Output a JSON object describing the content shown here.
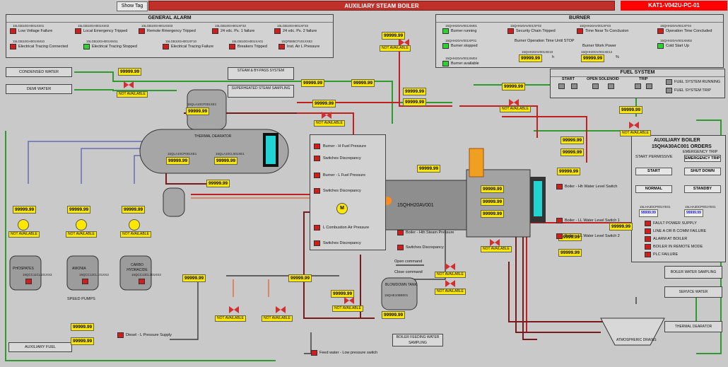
{
  "header": {
    "show_tag": "Show Tag",
    "title": "AUXILIARY STEAM BOILER",
    "tag": "KAT1-V042U-PC-01"
  },
  "general_alarm": {
    "title": "GENERAL ALARM",
    "items": [
      {
        "tag": "15LGB10GH001XS01",
        "label": "Low Voltage Failure",
        "state": "red"
      },
      {
        "tag": "15LGB10GH001XS02",
        "label": "Local Emergency Tripped",
        "state": "red"
      },
      {
        "tag": "15LGB10GH001XS03",
        "label": "Remote Rmergency Tripped",
        "state": "red"
      },
      {
        "tag": "15LGB10GH001XF32",
        "label": "24 vdc. Ps. 1 failure",
        "state": "red"
      },
      {
        "tag": "15LGB10GH001XF33",
        "label": "24 vdc. Ps. 2 failure",
        "state": "red"
      },
      {
        "tag": "15LGB10GH001XM10",
        "label": "Electrical Tracing Connected",
        "state": "red"
      },
      {
        "tag": "15LGB10GH001XM11",
        "label": "Electrical Tracing Stopped",
        "state": "green"
      },
      {
        "tag": "15LGB10GH001XF10",
        "label": "Electrical Tracing Failure",
        "state": "red"
      },
      {
        "tag": "15LGB10GH001XA01",
        "label": "Breakers Tripped",
        "state": "red"
      },
      {
        "tag": "15QFB85CF101XS53",
        "label": "Inst. Air L Pressure",
        "state": "red"
      }
    ]
  },
  "burner": {
    "title": "BURNER",
    "items": [
      {
        "tag": "15QHH20AV001XM01",
        "label": "Burner running",
        "state": "green"
      },
      {
        "tag": "15QHH20AV001XF02",
        "label": "Security Chain Tripped",
        "state": "red"
      },
      {
        "tag": "15QHH20AV001XF03",
        "label": "Time Near To Conclusion",
        "state": "red"
      },
      {
        "tag": "15QHH20AV001XF04",
        "label": "Operation Time Concluded",
        "state": "red"
      },
      {
        "tag": "15QHH20AV001XP01",
        "label": "Burner stopped",
        "state": "green"
      },
      {
        "tag": "15QHH20AV001XM02",
        "label": "Cold Start Up",
        "state": "green"
      },
      {
        "tag": "15QHH20AV001XM04",
        "label": "Burner available",
        "state": "green"
      }
    ],
    "op_time_label": "Burner Operation Time Until STOP",
    "op_time_tag": "15QHH20AV001XE10",
    "op_time_value": "99999.99",
    "op_time_unit": "h",
    "work_power_label": "Burner Work Power",
    "work_power_tag": "15QHH20AV001XE12",
    "work_power_value": "99999.99",
    "work_power_unit": "%"
  },
  "fuel_system": {
    "title": "FUEL SYSTEM",
    "headers": [
      "START",
      "OPEN SOLENOID",
      "TRIP"
    ],
    "running": "FUEL SYSTEM RUNNING",
    "trip": "FUEL SYSTEM TRIP"
  },
  "aux_boiler": {
    "title": "AUXILIARY BOILER",
    "subtitle": "15QHA30AC001 ORDERS",
    "start_permissive": "START PERMISSIVE",
    "emergency_trip": "EMERGENCY TRIP",
    "start": "START",
    "shut_down": "SHUT DOWN",
    "normal": "NORMAL",
    "standby": "STANDBY",
    "sp1_tag": "15LHA30CP001YE01",
    "sp1_value": "99999.99",
    "sp2_tag": "15LHA30CP001YE01",
    "sp2_value": "99999.99",
    "alarms": [
      "FAULT POWER SUPPLY",
      "LINE A OR B COMM FAILURE",
      "ALARM AT BOILER",
      "BOILER IN REMOTE MODE",
      "PLC FAILURE"
    ]
  },
  "left_arrows": [
    "CONDENSED WATER",
    "DEMI WATER",
    "AUXILIARY FUEL"
  ],
  "center_arrows": [
    "STEAM & BY-PASS SYSTEM",
    "SUPERHEATED STEAM SAMPLING",
    "BOILER FEEDING WATER SAMPLING"
  ],
  "right_arrows": [
    "BOILER WATER SAMPLING",
    "SERVICE WATER",
    "THERMAL DEARATOR"
  ],
  "deaerator": {
    "label": "THERMAL DEARATOR",
    "tag1": "15QLA10CP001XE1",
    "tag2": "15QLA10CL001XE1",
    "v1": "99999.99",
    "v2": "99999.99",
    "top_tag": "15QLA10CP001XE1",
    "top_val": "99999.99"
  },
  "tanks": [
    {
      "label": "PHOSPATES",
      "tag": "15QCC11CL101XS3"
    },
    {
      "label": "AMONIA",
      "tag": "15QCC12CL101XS3"
    },
    {
      "label": "CARBO HYDRACIDE",
      "tag": "15QCC13CL101XS3"
    }
  ],
  "pumps_label": "SPEED PUMPS",
  "dosing_values": [
    "99999.99",
    "99999.99",
    "99999.99"
  ],
  "not_available": "NOT AVAILABLE",
  "values": {
    "v_top_center": "99999.99",
    "v_cond": "99999.99",
    "v_steam1": "99999.99",
    "v_steam2": "99999.99",
    "v_p1": "99999.99",
    "v_t1": "99999.99",
    "v_mid": "99999.99",
    "v_hh": "99999.99",
    "v_qha": "99999.99",
    "v_right1": "99999.99",
    "v_right2": "99999.99",
    "v_r3": "99999.99",
    "v_r4": "99999.99",
    "v_r5": "99999.99",
    "v_r6": "99999.99",
    "v_r7": "99999.99",
    "v_r8": "99999.99",
    "v_r9": "99999.99",
    "v_p2": "99999.99",
    "v_p3": "99999.99",
    "v_feed1": "99999.99",
    "v_feed2": "99999.99",
    "v_blow": "99999.99",
    "v_fuel1": "99999.99",
    "v_fuel2": "99999.99",
    "v_tr1": "99999.99",
    "v_tr2": "99999.99"
  },
  "burner_alarms": [
    "Burner - H Fuel Pressure",
    "Switches Discrepancy",
    "Burner - L Fuel Pressure",
    "Switches Discrepancy",
    "L Combustion Air Pressure",
    "Switches Discrepancy"
  ],
  "boiler_alarms": [
    "Boiler - Hh Water Level Switch",
    "Boiler - LL Water Level Switch 1",
    "Boiler - LL Water Level Switch 2"
  ],
  "steam_alarms": [
    "Boiler - Hth Steam Pressure",
    "Switches Discrepancy"
  ],
  "burner_tag": "15QHH20AV001",
  "motor_label": "M",
  "blowdown": {
    "label": "BLOWDOWN TANK",
    "tag": "15QHE10BB001"
  },
  "commands": [
    "Open command",
    "Close command"
  ],
  "atmospheric": "ATMOSPHERIC DRAINS",
  "diesel_alarm": "Diesel - L Pressure Supply",
  "feed_alarm": "Feed water - Low pressure switch"
}
